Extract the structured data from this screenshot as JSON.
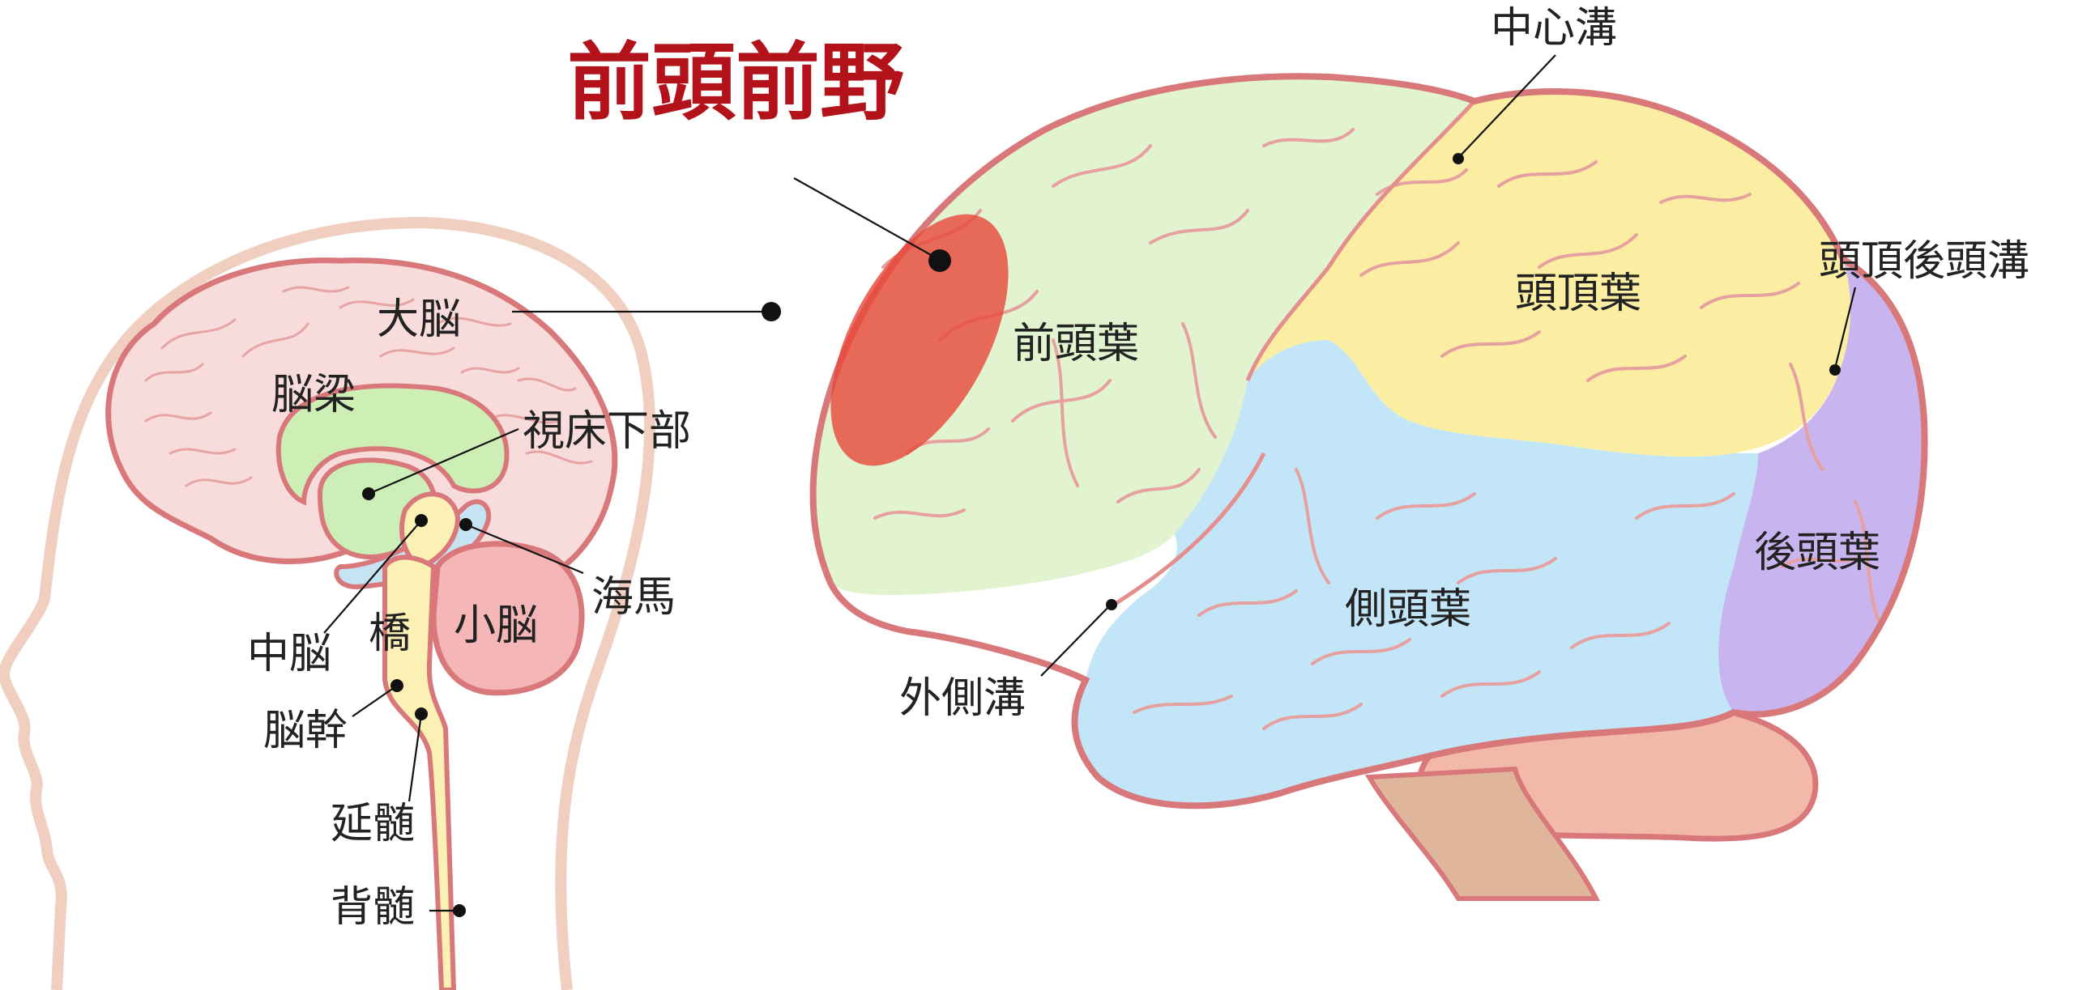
{
  "title": "前頭前野",
  "colors": {
    "title": "#b3121a",
    "frontal": "#e1f4cf",
    "parietal": "#fbeea3",
    "temporal": "#c2e6f7",
    "occipital": "#c8b5f0",
    "prefrontal_highlight": "#e8473a",
    "outline": "#d9787a",
    "cerebrum_left": "#f8dcdc",
    "corpus_callosum": "#cdeeb5",
    "thalamus_region": "#ccefb7",
    "midbrain": "#fbf1b5",
    "hippocampus": "#c5e4f3",
    "cerebellum": "#f4b6b6",
    "brainstem": "#fbf1b5",
    "head_outline": "#f1cfc0"
  },
  "left_diagram": {
    "labels": {
      "cerebrum": "大脳",
      "corpus_callosum": "脳梁",
      "hypothalamus": "視床下部",
      "hippocampus": "海馬",
      "cerebellum": "小脳",
      "pons": "橋",
      "midbrain": "中脳",
      "brainstem": "脳幹",
      "medulla": "延髄",
      "spinal_cord": "背髄"
    }
  },
  "right_diagram": {
    "labels": {
      "central_sulcus": "中心溝",
      "parieto_occipital_sulcus": "頭頂後頭溝",
      "frontal_lobe": "前頭葉",
      "parietal_lobe": "頭頂葉",
      "occipital_lobe": "後頭葉",
      "temporal_lobe": "側頭葉",
      "lateral_sulcus": "外側溝"
    }
  }
}
